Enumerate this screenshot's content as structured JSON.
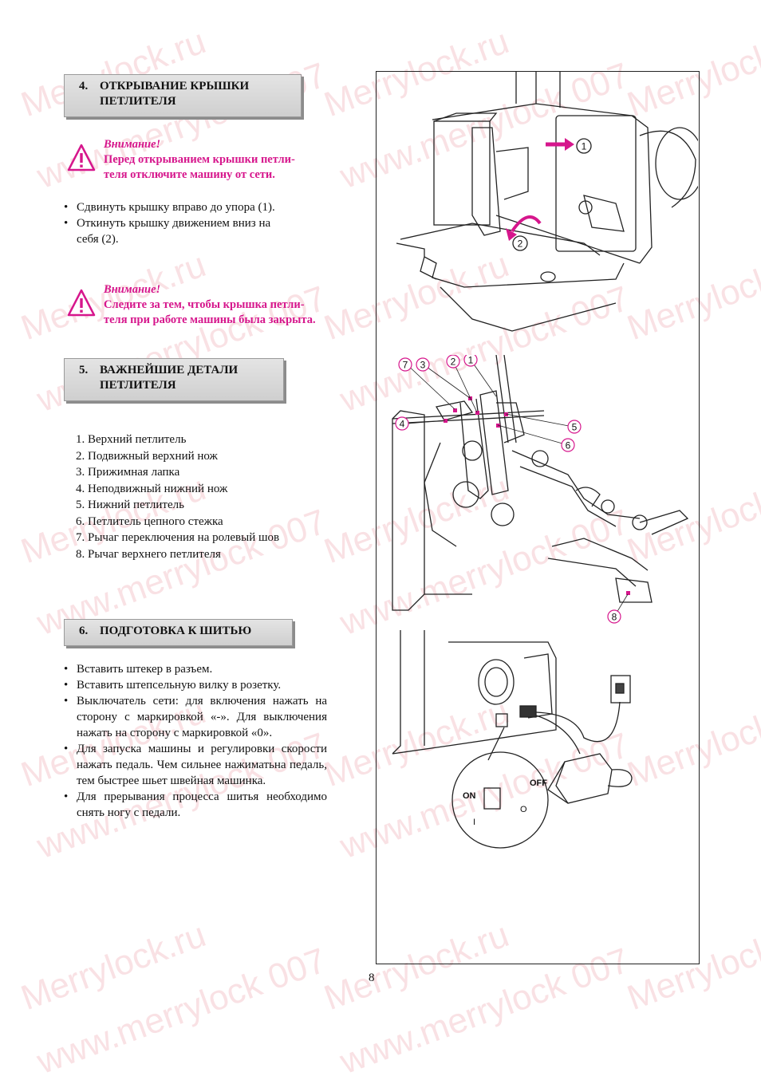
{
  "watermark": {
    "line_a": "Merrylock.ru",
    "line_b": "www.merrylock 007"
  },
  "section4": {
    "number": "4.",
    "title_line1": "ОТКРЫВАНИЕ КРЫШКИ",
    "title_line2": "ПЕТЛИТЕЛЯ",
    "warning1": {
      "heading": "Внимание!",
      "line1": "Перед открыванием крышки петли-",
      "line2": "теля отключите машину от сети."
    },
    "bullets": [
      "Сдвинуть крышку вправо до упора (1).",
      "Откинуть крышку движением вниз на себя (2)."
    ],
    "warning2": {
      "heading": "Внимание!",
      "line1": "Следите за тем, чтобы крышка петли-",
      "line2": "теля при работе машины была закрыта."
    }
  },
  "section5": {
    "number": "5.",
    "title_line1": "ВАЖНЕЙШИЕ ДЕТАЛИ",
    "title_line2": "ПЕТЛИТЕЛЯ",
    "parts": [
      "1. Верхний петлитель",
      "2. Подвижный верхний нож",
      "3. Прижимная лапка",
      "4. Неподвижный нижний нож",
      "5. Нижний петлитель",
      "6. Петлитель цепного стежка",
      "7. Рычаг переключения на ролевый шов",
      "8. Рычаг верхнего петлителя"
    ]
  },
  "section6": {
    "number": "6.",
    "title": "ПОДГОТОВКА К ШИТЬЮ",
    "bullets": [
      "Вставить штекер в разъем.",
      "Вставить штепсельную вилку в розетку.",
      "Выключатель сети: для включения нажать на сторону с маркировкой «-». Для выключения нажать на сторону с маркировкой «0».",
      "Для запуска машины и регулировки скорости нажать педаль. Чем сильнее нажиматьна педаль, тем быстрее шьет швейная машинка.",
      "Для прерывания процесса шитья необходимо снять ногу с педали."
    ]
  },
  "figures": {
    "fig1_callouts": [
      "1",
      "2"
    ],
    "fig2_callouts": [
      "1",
      "2",
      "3",
      "4",
      "5",
      "6",
      "7",
      "8"
    ],
    "switch_labels": {
      "on": "ON",
      "off": "OFF",
      "on_mark": "I",
      "off_mark": "O"
    }
  },
  "page_number": "8",
  "colors": {
    "accent": "#d6168c",
    "header_bg": "#d8d8d8",
    "watermark": "#e27882"
  },
  "icons": [
    "warning-triangle-icon"
  ]
}
